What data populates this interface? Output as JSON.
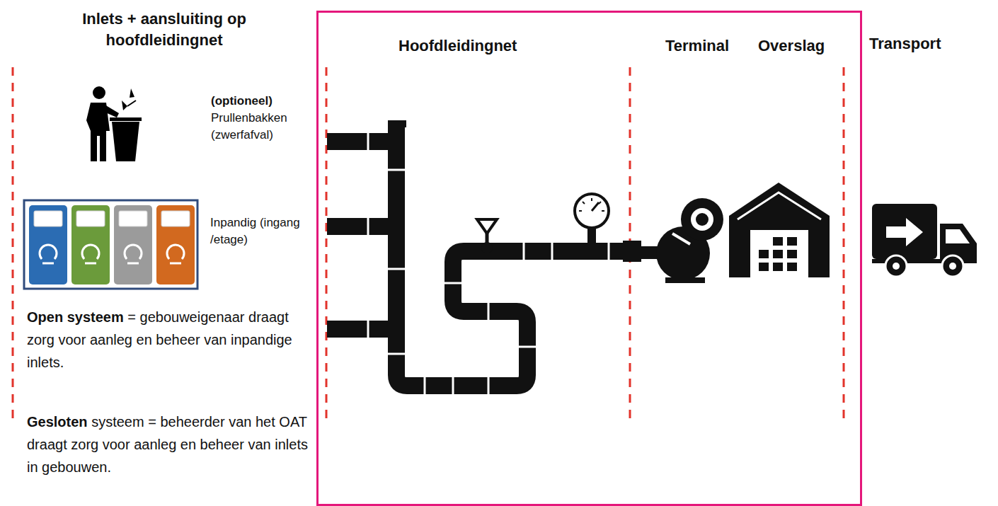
{
  "diagram": {
    "nodes": [
      {
        "text": [
          "Hoofdleidingnet",
          "Terminal",
          "Overslag"
        ]
      }
    ],
    "labels": [
      "Inlets + aansluiting op hoofdleidingnet",
      "(optioneel)",
      "Prullenbakken (zwerfafval)",
      "Inpandig (ingang /etage)",
      "Open systeem",
      "= gebouweigenaar draagt zorg voor aanleg en beheer van inpandige inlets.",
      "Gesloten",
      "systeem = beheerder van het OAT draagt zorg voor aanleg en beheer van inlets in gebouwen.",
      "Transport"
    ]
  }
}
